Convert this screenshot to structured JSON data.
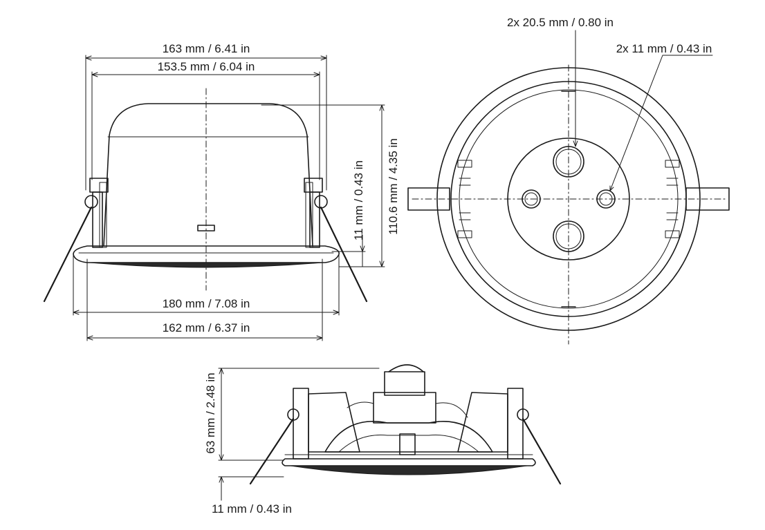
{
  "diagram": {
    "colors": {
      "line": "#1a1a1a",
      "background": "#ffffff",
      "grille": "#2a2a2a"
    },
    "side_view": {
      "dims": {
        "outer_top_width": "163 mm / 6.41 in",
        "inner_top_width": "153.5 mm / 6.04 in",
        "flange_height": "11 mm / 0.43 in",
        "total_height": "110.6 mm / 4.35 in",
        "flange_width": "180 mm / 7.08 in",
        "cutout_width": "162 mm / 6.37 in"
      }
    },
    "top_view": {
      "callouts": {
        "large_holes": "2x 20.5 mm / 0.80 in",
        "small_holes": "2x 11 mm / 0.43 in"
      }
    },
    "bottom_view": {
      "dims": {
        "height": "63 mm / 2.48 in",
        "flange": "11 mm / 0.43 in"
      }
    }
  }
}
